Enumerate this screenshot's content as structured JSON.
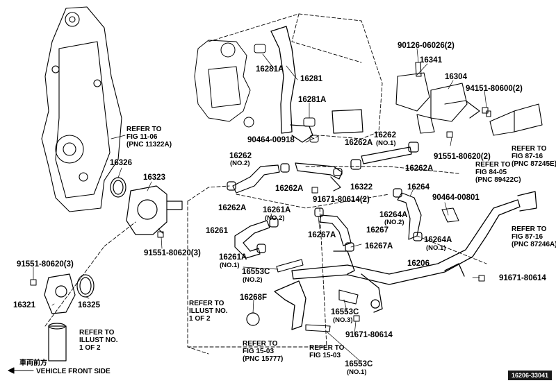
{
  "diagram_id": "16206-33041",
  "parts": {
    "p16281A_a": "16281A",
    "p16281": "16281",
    "p16281A_b": "16281A",
    "p90464_00918": "90464-00918",
    "p90126": "90126-06026(2)",
    "p16341": "16341",
    "p16304": "16304",
    "p94151": "94151-80600(2)",
    "p16262_no1": "16262",
    "no1_a": "(NO.1)",
    "p16262A_a": "16262A",
    "p16262A_b": "16262A",
    "p91551_2": "91551-80620(2)",
    "p16262_no2": "16262",
    "no2_a": "(NO.2)",
    "p16262A_c": "16262A",
    "p16262A_d": "16262A",
    "p16322": "16322",
    "p16326": "16326",
    "p16323": "16323",
    "p91671_2": "91671-80614(2)",
    "p16264": "16264",
    "p90464_00801": "90464-00801",
    "p16264A_no2": "16264A",
    "no2_b": "(NO.2)",
    "p16261A_no2": "16261A",
    "no2_c": "(NO.2)",
    "p16261": "16261",
    "p16267A_a": "16267A",
    "p16267": "16267",
    "p16267A_b": "16267A",
    "p16264A_no1": "16264A",
    "no1_b": "(NO.1)",
    "p91551_3b": "91551-80620(3)",
    "p16261A_no1": "16261A",
    "no1_c": "(NO.1)",
    "p16206": "16206",
    "p91551_3a": "91551-80620(3)",
    "p16553C_no2": "16553C",
    "no2_d": "(NO.2)",
    "p91671_a": "91671-80614",
    "p16321": "16321",
    "p16325": "16325",
    "p16268F": "16268F",
    "p16553C_no3": "16553C",
    "no3": "(NO.3)",
    "p91671_b": "91671-80614",
    "p16553C_no1": "16553C",
    "no1_d": "(NO.1)"
  },
  "refs": {
    "r1a": "REFER TO",
    "r1b": "FIG 11-06",
    "r1c": "(PNC 11322A)",
    "r2a": "REFER TO",
    "r2b": "FIG 87-16",
    "r2c": "(PNC 87245E)",
    "r3a": "REFER TO",
    "r3b": "FIG 84-05",
    "r3c": "(PNC 89422C)",
    "r4a": "REFER TO",
    "r4b": "FIG 87-16",
    "r4c": "(PNC 87246A)",
    "r5a": "REFER TO",
    "r5b": "ILLUST NO.",
    "r5c": "1 OF 2",
    "r6a": "REFER TO",
    "r6b": "ILLUST NO.",
    "r6c": "1 OF 2",
    "r7a": "REFER TO",
    "r7b": "FIG 15-03",
    "r7c": "(PNC 15777)",
    "r8a": "REFER TO",
    "r8b": "FIG 15-03"
  },
  "front": {
    "jp": "車両前方",
    "en": "VEHICLE FRONT SIDE"
  },
  "colors": {
    "ink": "#000000",
    "badge_bg": "#1a1a1a",
    "badge_fg": "#ffffff"
  }
}
